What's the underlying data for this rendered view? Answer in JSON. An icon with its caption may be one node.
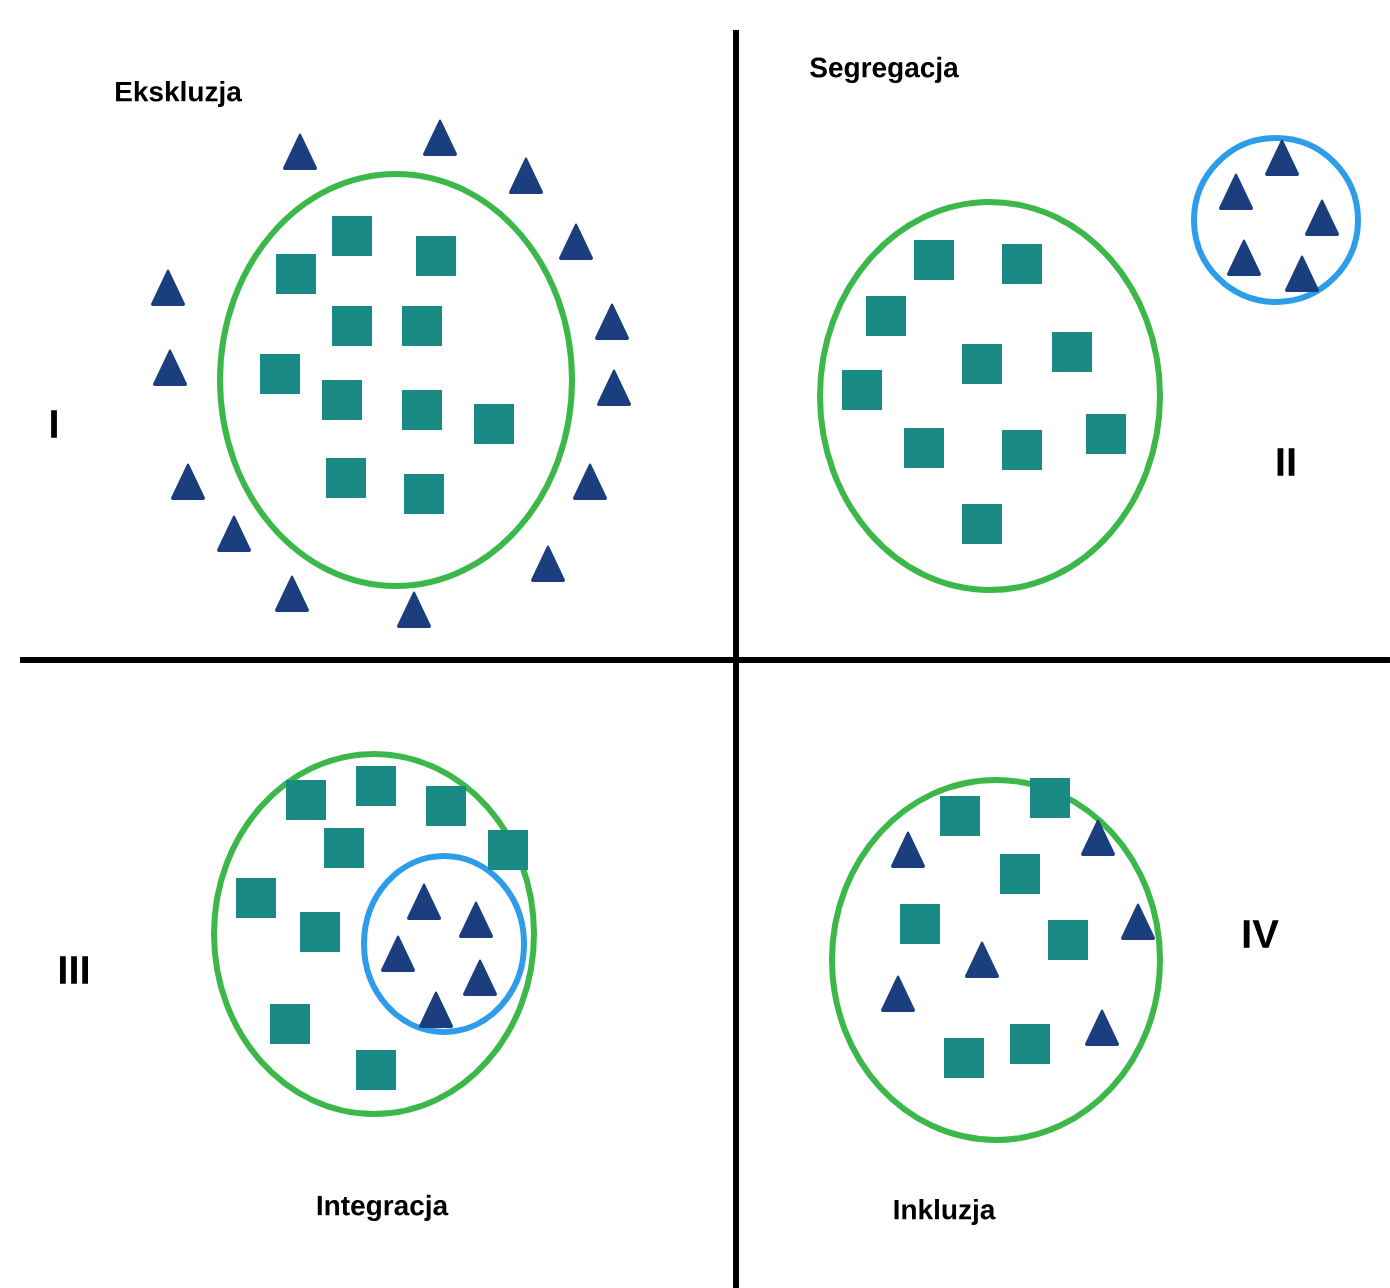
{
  "diagram": {
    "labels": [
      "Ekskluzja",
      "Segregacja",
      "I",
      "II",
      "III",
      "IV",
      "Integracja",
      "Inkluzja"
    ]
  }
}
